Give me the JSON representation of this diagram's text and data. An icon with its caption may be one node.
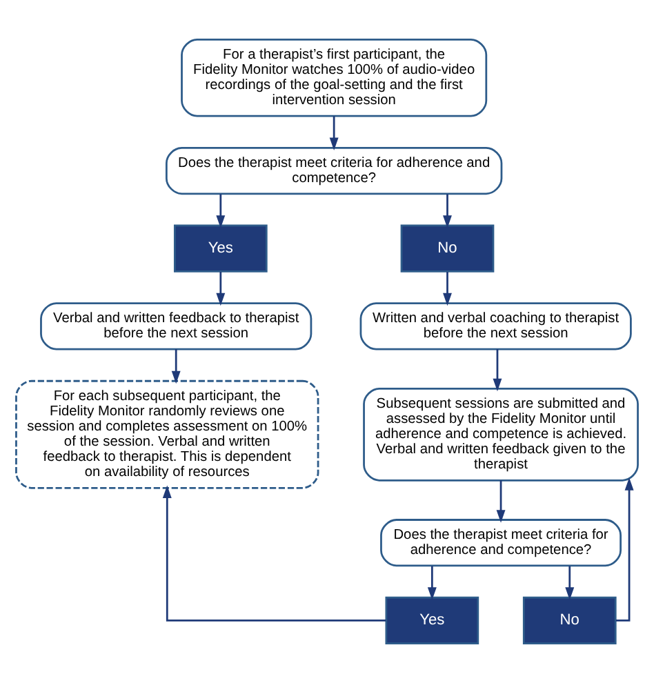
{
  "diagram": {
    "nodes": [
      {
        "text": [
          "For a therapist’s first participant, the Fidelity Monitor watches 100% of audio-video recordings of the goal-setting and the first intervention session"
        ]
      },
      {
        "text": [
          "Does the therapist meet criteria for adherence and competence?"
        ]
      },
      {
        "text": [
          "Yes"
        ]
      },
      {
        "text": [
          "No"
        ]
      },
      {
        "text": [
          "Verbal and written feedback to therapist before the next session"
        ]
      },
      {
        "text": [
          "Written and verbal coaching to therapist before the next session"
        ]
      },
      {
        "text": [
          "For each subsequent participant, the Fidelity Monitor randomly reviews one session and completes assessment on 100% of the session. Verbal and written feedback to therapist. This is dependent on availability of resources"
        ]
      },
      {
        "text": [
          "Subsequent sessions are submitted and assessed by the Fidelity Monitor until adherence and competence is achieved. Verbal and written feedback given to the therapist"
        ]
      },
      {
        "text": [
          "Does the therapist meet criteria for adherence and competence?"
        ]
      },
      {
        "text": [
          "Yes"
        ]
      },
      {
        "text": [
          "No"
        ]
      }
    ],
    "edges": [
      {
        "from": 0,
        "to": 1,
        "arrow": "to"
      },
      {
        "from": 1,
        "to": 2,
        "arrow": "to"
      },
      {
        "from": 1,
        "to": 3,
        "arrow": "to"
      },
      {
        "from": 2,
        "to": 4,
        "arrow": "to"
      },
      {
        "from": 3,
        "to": 5,
        "arrow": "to"
      },
      {
        "from": 4,
        "to": 6,
        "arrow": "to"
      },
      {
        "from": 5,
        "to": 7,
        "arrow": "to"
      },
      {
        "from": 7,
        "to": 8,
        "arrow": "to"
      },
      {
        "from": 8,
        "to": 9,
        "arrow": "to"
      },
      {
        "from": 8,
        "to": 10,
        "arrow": "to"
      },
      {
        "from": 9,
        "to": 6,
        "arrow": "to"
      },
      {
        "from": 10,
        "to": 7,
        "arrow": "to"
      }
    ]
  }
}
